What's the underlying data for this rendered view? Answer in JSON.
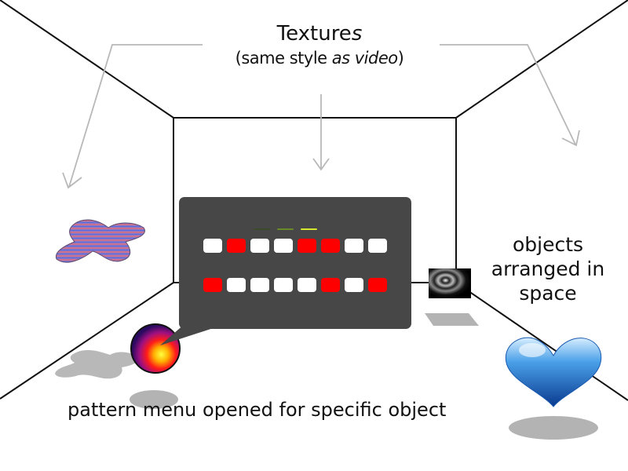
{
  "title": {
    "main": "Texture",
    "main_italic": "s",
    "sub_open": "(same style ",
    "sub_italic": "as video",
    "sub_close": ")"
  },
  "annotation_right": [
    "objects",
    "arranged in",
    "space"
  ],
  "caption": "pattern menu opened for specific object",
  "pattern_menu": {
    "indicator_colors": [
      "#3a4a2a",
      "#6a8a2a",
      "#d8e830"
    ],
    "rows": [
      [
        "white",
        "red",
        "white",
        "white",
        "red",
        "red",
        "white",
        "white"
      ],
      [
        "red",
        "white",
        "white",
        "white",
        "white",
        "red",
        "white",
        "red"
      ]
    ]
  },
  "colors": {
    "on": "#ff0000",
    "off": "#ffffff",
    "panel": "#474747",
    "arrow": "#b8b8b8"
  }
}
